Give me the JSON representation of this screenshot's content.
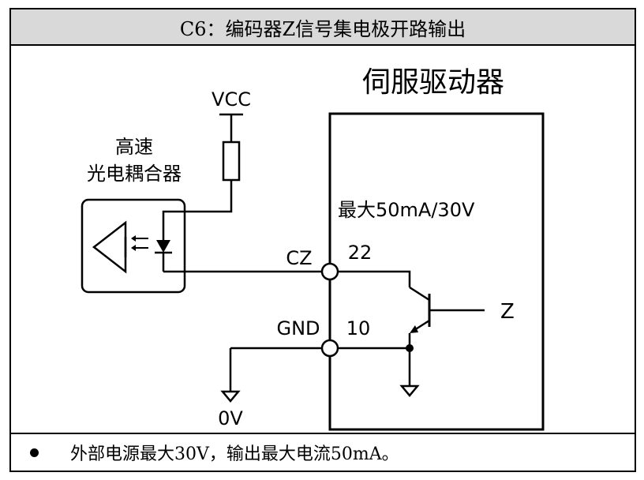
{
  "header": {
    "title": "C6：编码器Z信号集电极开路输出"
  },
  "diagram": {
    "drive_label": "伺服驱动器",
    "vcc_label": "VCC",
    "optocoupler_label_line1": "高速",
    "optocoupler_label_line2": "光电耦合器",
    "rating_label": "最大50mA/30V",
    "cz_label": "CZ",
    "pin_cz": "22",
    "gnd_label": "GND",
    "pin_gnd": "10",
    "output_label": "Z",
    "zero_v_label": "0V"
  },
  "footer": {
    "note": "外部电源最大30V，输出最大电流50mA。"
  }
}
